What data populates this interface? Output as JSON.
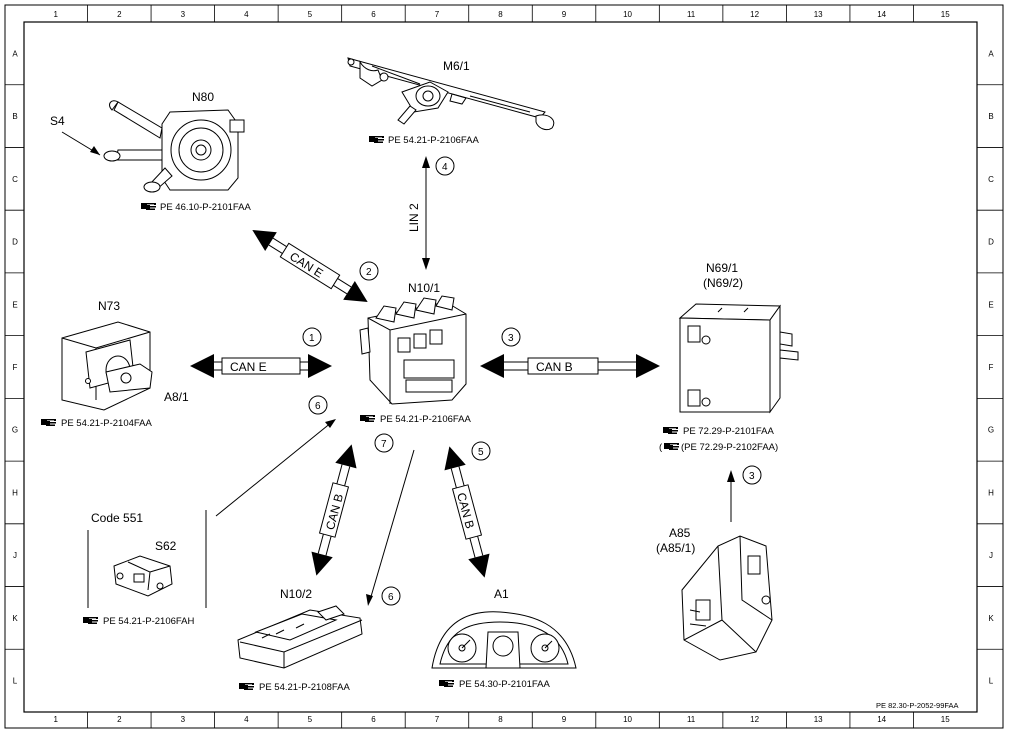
{
  "grid": {
    "columns": [
      "1",
      "2",
      "3",
      "4",
      "5",
      "6",
      "7",
      "8",
      "9",
      "10",
      "11",
      "12",
      "13",
      "14",
      "15"
    ],
    "rows": [
      "A",
      "B",
      "C",
      "D",
      "E",
      "F",
      "G",
      "H",
      "J",
      "K",
      "L"
    ]
  },
  "components": {
    "m6_1": {
      "label": "M6/1",
      "ref": "PE 54.21-P-2106FAA"
    },
    "n80": {
      "label": "N80",
      "ref": "PE 46.10-P-2101FAA"
    },
    "s4": {
      "label": "S4"
    },
    "n73": {
      "label": "N73",
      "ref": "PE 54.21-P-2104FAA"
    },
    "a8_1": {
      "label": "A8/1"
    },
    "n10_1": {
      "label": "N10/1",
      "ref": "PE 54.21-P-2106FAA"
    },
    "n69_1": {
      "label": "N69/1",
      "label2": "(N69/2)",
      "ref": "PE 72.29-P-2101FAA",
      "ref2": "(PE 72.29-P-2102FAA)"
    },
    "code551": {
      "label": "Code 551"
    },
    "s62": {
      "label": "S62",
      "ref": "PE 54.21-P-2106FAH"
    },
    "n10_2": {
      "label": "N10/2",
      "ref": "PE 54.21-P-2108FAA"
    },
    "a1": {
      "label": "A1",
      "ref": "PE 54.30-P-2101FAA"
    },
    "a85": {
      "label": "A85",
      "label2": "(A85/1)"
    }
  },
  "connections": {
    "c1": {
      "bus": "CAN E",
      "num": "1"
    },
    "c2": {
      "bus": "CAN E",
      "num": "2"
    },
    "c3": {
      "bus": "CAN B",
      "num": "3"
    },
    "c3b": {
      "num": "3"
    },
    "c4": {
      "bus": "LIN 2",
      "num": "4"
    },
    "c5": {
      "bus": "CAN B",
      "num": "5"
    },
    "c6a": {
      "num": "6"
    },
    "c6b": {
      "num": "6"
    },
    "c7": {
      "bus": "CAN B",
      "num": "7"
    }
  },
  "footer": {
    "doc_id": "PE 82.30-P-2052-99FAA"
  },
  "ref_icon": "pointing-hand-icon"
}
